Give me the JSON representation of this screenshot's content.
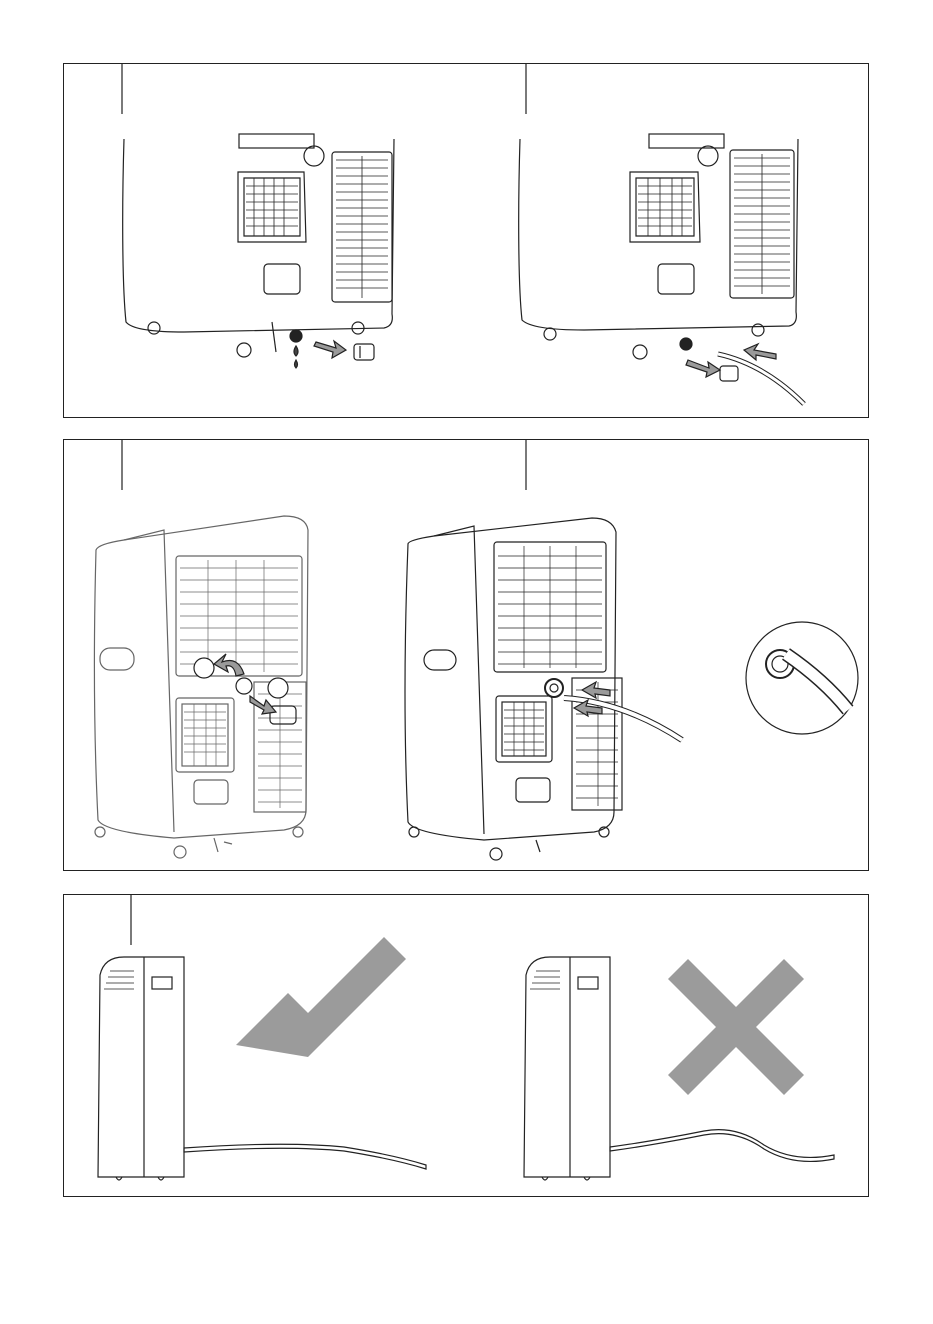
{
  "document": {
    "panels": [
      {
        "id": "drain-plug-removal",
        "steps": [
          {
            "label": ""
          },
          {
            "label": ""
          }
        ]
      },
      {
        "id": "continuous-drain-hose",
        "steps": [
          {
            "label": ""
          },
          {
            "label": ""
          }
        ],
        "callouts": [
          {
            "label": ""
          },
          {
            "label": ""
          }
        ]
      },
      {
        "id": "hose-slope",
        "steps": [
          {
            "label": ""
          }
        ]
      }
    ],
    "icons": [
      "check-mark-icon",
      "cross-mark-icon",
      "drop-icon",
      "arrow-icon"
    ],
    "colors": {
      "line": "#222222",
      "arrow_fill": "#9a9a9a",
      "mark_fill": "#9b9b9b"
    }
  }
}
